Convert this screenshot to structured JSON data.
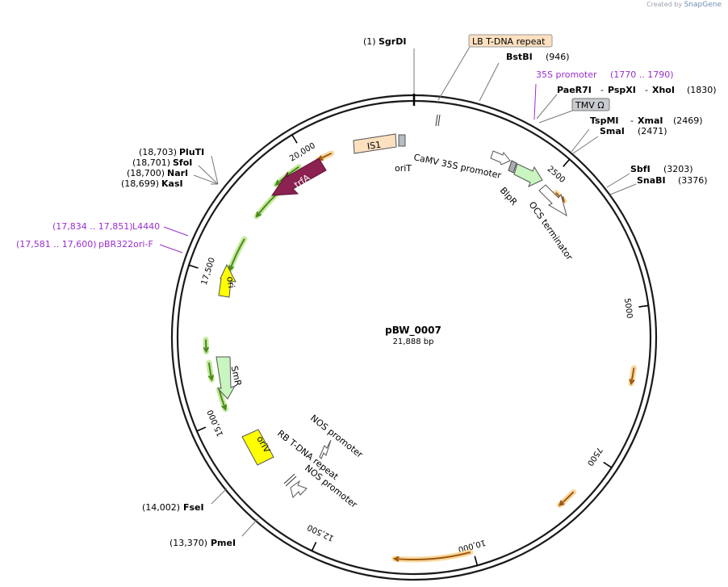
{
  "header": {
    "credit_prefix": "Created by",
    "credit_brand": "SnapGene"
  },
  "plasmid": {
    "name": "pBW_0007",
    "length_label": "21,888 bp"
  },
  "ticks": [
    {
      "label": "2500",
      "bp": 2500
    },
    {
      "label": "5000",
      "bp": 5000
    },
    {
      "label": "7500",
      "bp": 7500
    },
    {
      "label": "10,000",
      "bp": 10000
    },
    {
      "label": "12,500",
      "bp": 12500
    },
    {
      "label": "15,000",
      "bp": 15000
    },
    {
      "label": "17,500",
      "bp": 17500
    },
    {
      "label": "20,000",
      "bp": 20000
    }
  ],
  "sites": [
    {
      "pos": "(1)",
      "name": "SgrDI"
    },
    {
      "name": "BstBI",
      "pos": "(946)"
    },
    {
      "name": "PaeR7I",
      "sep1": "-",
      "name2": "PspXI",
      "sep2": "-",
      "name3": "XhoI",
      "pos": "(1830)"
    },
    {
      "name": "TspMI",
      "sep1": "-",
      "name2": "XmaI",
      "pos": "(2469)"
    },
    {
      "name": "SmaI",
      "pos": "(2471)"
    },
    {
      "name": "SbfI",
      "pos": "(3203)"
    },
    {
      "name": "SnaBI",
      "pos": "(3376)"
    },
    {
      "pos": "(18,703)",
      "name": "PluTI"
    },
    {
      "pos": "(18,701)",
      "name": "SfoI"
    },
    {
      "pos": "(18,700)",
      "name": "NarI"
    },
    {
      "pos": "(18,699)",
      "name": "KasI"
    },
    {
      "pos": "(14,002)",
      "name": "FseI"
    },
    {
      "pos": "(13,370)",
      "name": "PmeI"
    }
  ],
  "primers": [
    {
      "name": "35S promoter",
      "range": "(1770 .. 1790)"
    },
    {
      "range": "(17,834 .. 17,851)",
      "name": "L4440"
    },
    {
      "range": "(17,581 .. 17,600)",
      "name": "pBR322ori-F"
    }
  ],
  "features": {
    "lb_repeat": "LB T-DNA repeat",
    "tmv": "TMV Ω",
    "is1": "IS1",
    "orit": "oriT",
    "camv": "CaMV 35S promoter",
    "blpr": "BlpR",
    "ocs": "OCS terminator",
    "trfa": "trfA",
    "ori": "ori",
    "smr": "SmR",
    "oriv": "oriV",
    "nos1": "NOS promoter",
    "rb_repeat": "RB T-DNA repeat",
    "nos2": "NOS promoter"
  },
  "colors": {
    "ring": "#1a1a1a",
    "orf_green": "#4a8a1a",
    "orf_green_glow": "#c6eaa0",
    "orf_orange": "#a0580e",
    "orf_orange_glow": "#f8d9a0",
    "trfa": "#8b2252",
    "rep_origin": "#ffff00",
    "marker": "#c8f5c0",
    "is1": "#fde0c0",
    "tmv": "#c8ccd0",
    "primer": "#9a2fcf"
  }
}
